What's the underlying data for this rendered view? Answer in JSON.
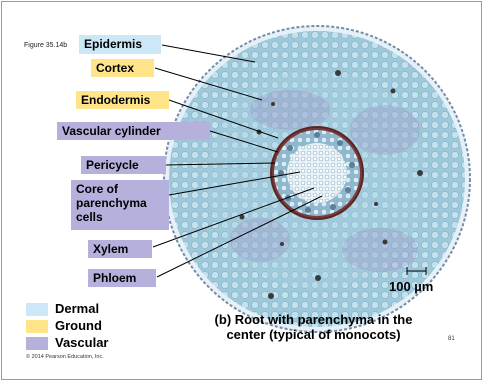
{
  "figure_label": "Figure 35.14b",
  "labels": {
    "epidermis": "Epidermis",
    "cortex": "Cortex",
    "endodermis": "Endodermis",
    "vascular_cylinder": "Vascular cylinder",
    "pericycle": "Pericycle",
    "core_line1": "Core of",
    "core_line2": "parenchyma",
    "core_line3": "cells",
    "xylem": "Xylem",
    "phloem": "Phloem"
  },
  "legend": {
    "dermal": "Dermal",
    "ground": "Ground",
    "vascular": "Vascular"
  },
  "caption": {
    "line1": "(b) Root with parenchyma in the",
    "line2": "center (typical of monocots)"
  },
  "scale_bar": "100 µm",
  "page_number": "81",
  "copyright": "© 2014 Pearson Education, Inc.",
  "colors": {
    "dermal": "#cce8f7",
    "ground": "#ffe48a",
    "vascular": "#b5b0dc"
  }
}
